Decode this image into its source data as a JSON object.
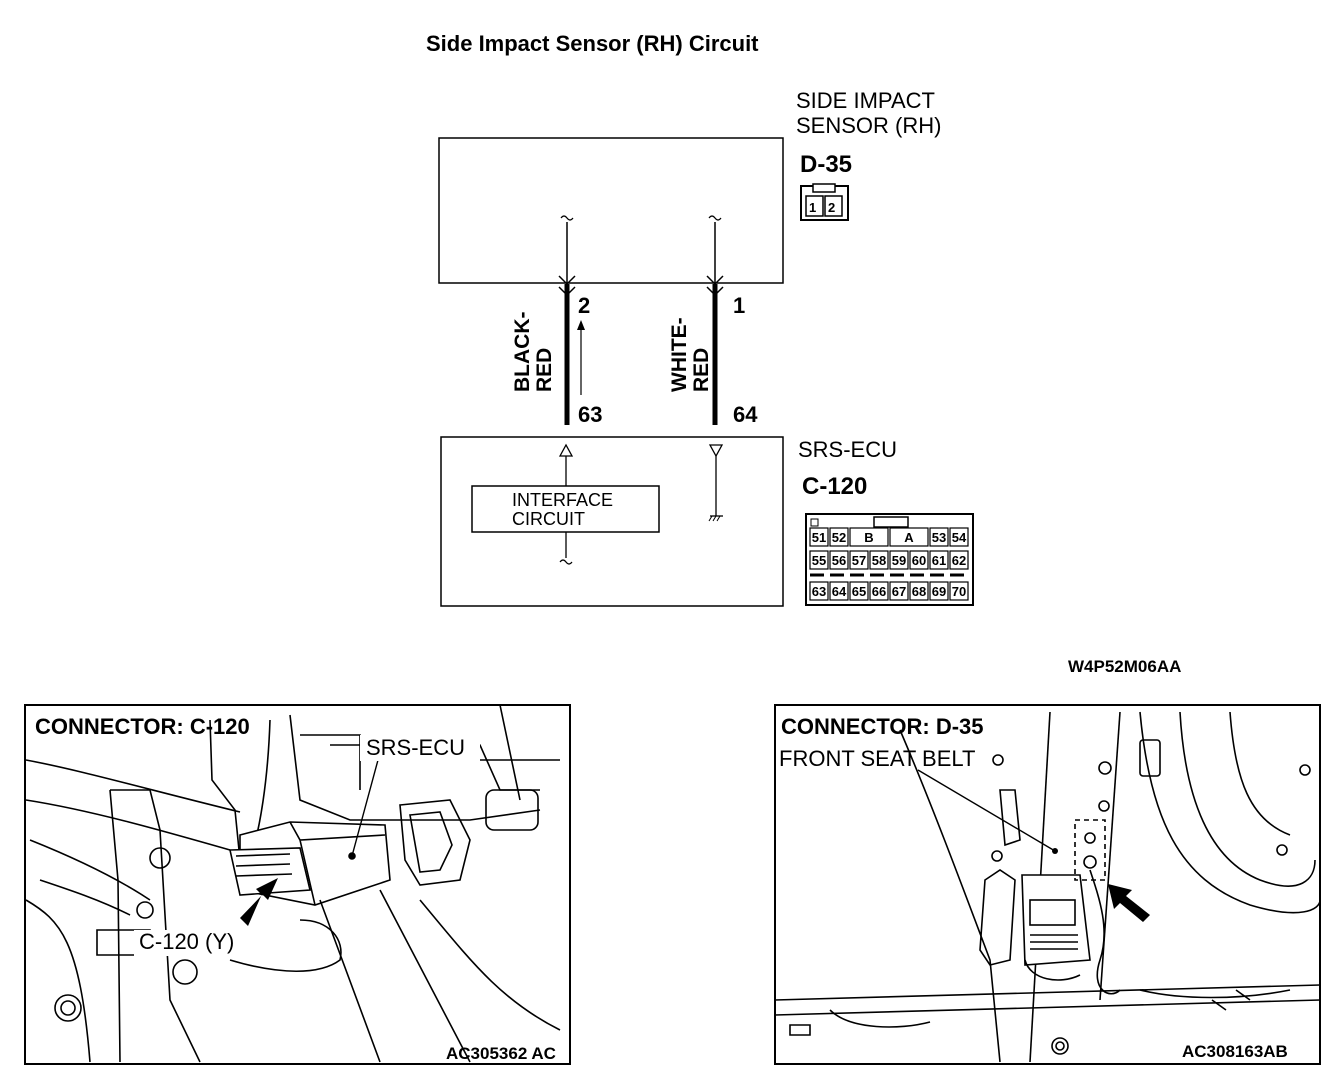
{
  "title": "Side Impact Sensor (RH) Circuit",
  "sensor": {
    "name_line1": "SIDE IMPACT",
    "name_line2": "SENSOR (RH)",
    "connector": "D-35",
    "pins": [
      "1",
      "2"
    ]
  },
  "ecu": {
    "name": "SRS-ECU",
    "connector": "C-120",
    "interface_line1": "INTERFACE",
    "interface_line2": "CIRCUIT",
    "connector_rows": [
      [
        "51",
        "52",
        "B",
        "A",
        "53",
        "54"
      ],
      [
        "55",
        "56",
        "57",
        "58",
        "59",
        "60",
        "61",
        "62"
      ],
      [
        "63",
        "64",
        "65",
        "66",
        "67",
        "68",
        "69",
        "70"
      ]
    ]
  },
  "wires": [
    {
      "color_line1": "BLACK-",
      "color_line2": "RED",
      "sensor_pin": "2",
      "ecu_pin": "63"
    },
    {
      "color_line1": "WHITE-",
      "color_line2": "RED",
      "sensor_pin": "1",
      "ecu_pin": "64"
    }
  ],
  "diagram_code": "W4P52M06AA",
  "photo_left": {
    "caption": "CONNECTOR: C-120",
    "label_ecu": "SRS-ECU",
    "label_conn": "C-120 (Y)",
    "code": "AC305362 AC"
  },
  "photo_right": {
    "caption": "CONNECTOR: D-35",
    "label": "FRONT SEAT BELT",
    "code": "AC308163AB"
  }
}
